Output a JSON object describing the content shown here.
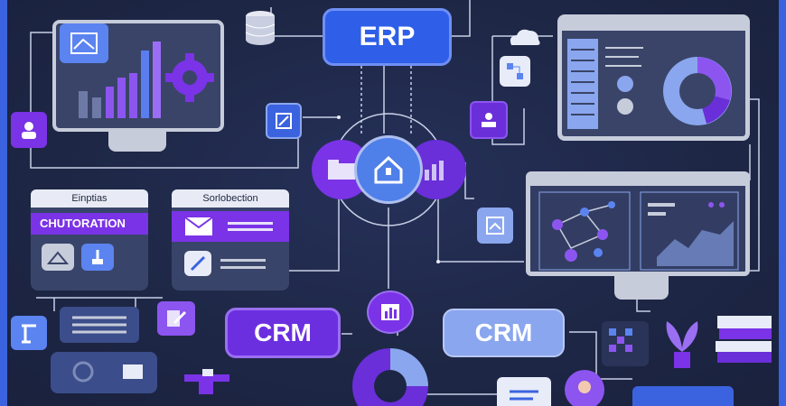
{
  "erp_label": "ERP",
  "crm_left_label": "CRM",
  "crm_right_label": "CRM",
  "card_left": {
    "header": "Einptias",
    "band": "CHUTORATION"
  },
  "card_right": {
    "header": "Sorlobection"
  },
  "colors": {
    "background": "#1e2746",
    "accent_blue": "#2f5fe8",
    "accent_purple": "#7a33e6",
    "light_blue": "#8aa6ee"
  },
  "icons": [
    "database-icon",
    "gear-icon",
    "bar-chart-icon",
    "home-icon",
    "mail-icon",
    "donut-chart-icon",
    "network-graph-icon",
    "plant-icon",
    "books-icon",
    "person-icon",
    "folder-icon",
    "document-icon"
  ]
}
